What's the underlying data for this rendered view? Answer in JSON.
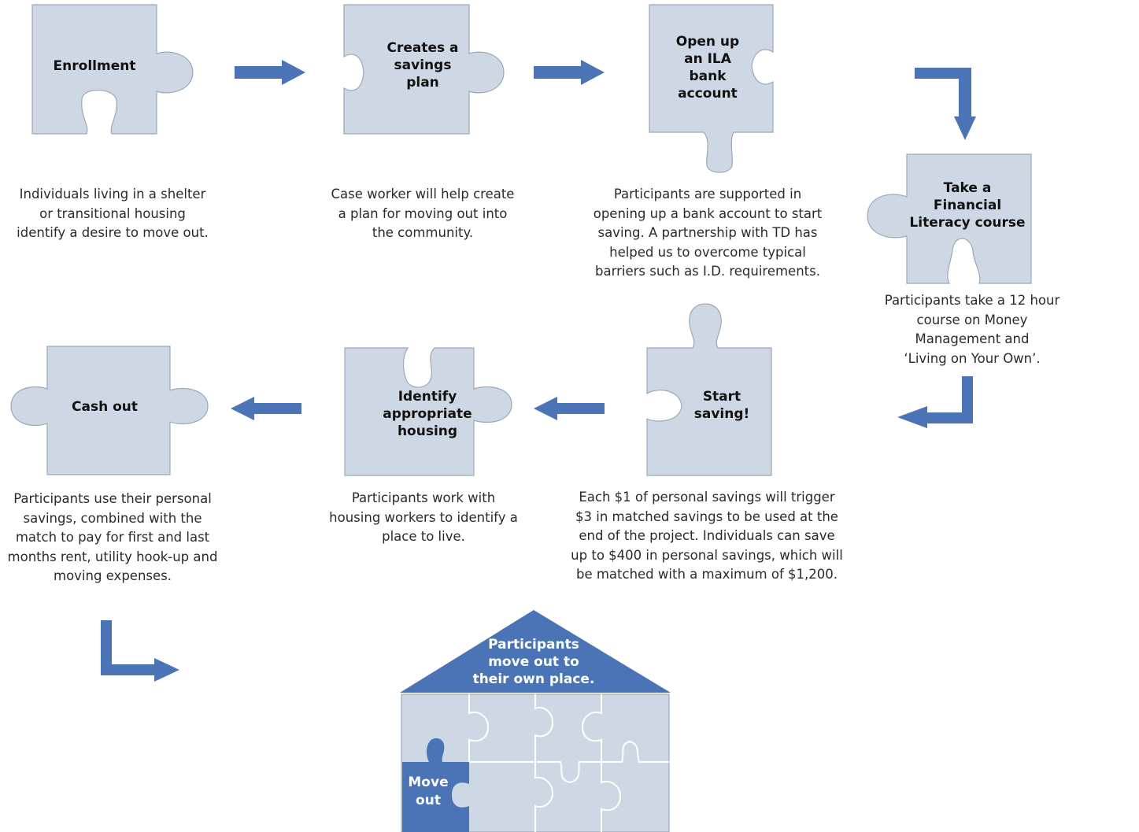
{
  "colors": {
    "piece_fill": "#cdd8e4",
    "piece_stroke": "#9aa9b8",
    "accent_blue": "#4a74b6",
    "text": "#2a2a2a"
  },
  "steps": [
    {
      "title": "Enrollment",
      "description": "Individuals living in a shelter\nor transitional housing\nidentify a desire to move out."
    },
    {
      "title": "Creates a\nsavings\nplan",
      "description": "Case worker will help create\na plan for moving out into\nthe community."
    },
    {
      "title": "Open up\nan ILA\nbank\naccount",
      "description": "Participants are supported in\nopening up a bank account to start\nsaving.  A partnership with TD has\nhelped us to overcome typical\nbarriers such as I.D. requirements."
    },
    {
      "title": "Take a\nFinancial\nLiteracy course",
      "description": "Participants take a 12 hour\ncourse on Money\nManagement and\n‘Living on Your Own’."
    },
    {
      "title": "Start\nsaving!",
      "description": "Each $1 of personal savings will trigger\n$3 in matched savings to be used at the\nend of the project.  Individuals can save\nup to $400 in personal savings, which will\nbe matched with a maximum of $1,200."
    },
    {
      "title": "Identify\nappropriate\nhousing",
      "description": "Participants work with\nhousing workers to identify a\nplace to live."
    },
    {
      "title": "Cash out",
      "description": "Participants use their personal\nsavings, combined with the\nmatch to pay for first and last\nmonths rent, utility hook-up and\nmoving expenses."
    }
  ],
  "house": {
    "roof_label": "Participants\nmove out to\ntheir own place.",
    "highlight_piece_label": "Move\nout"
  }
}
